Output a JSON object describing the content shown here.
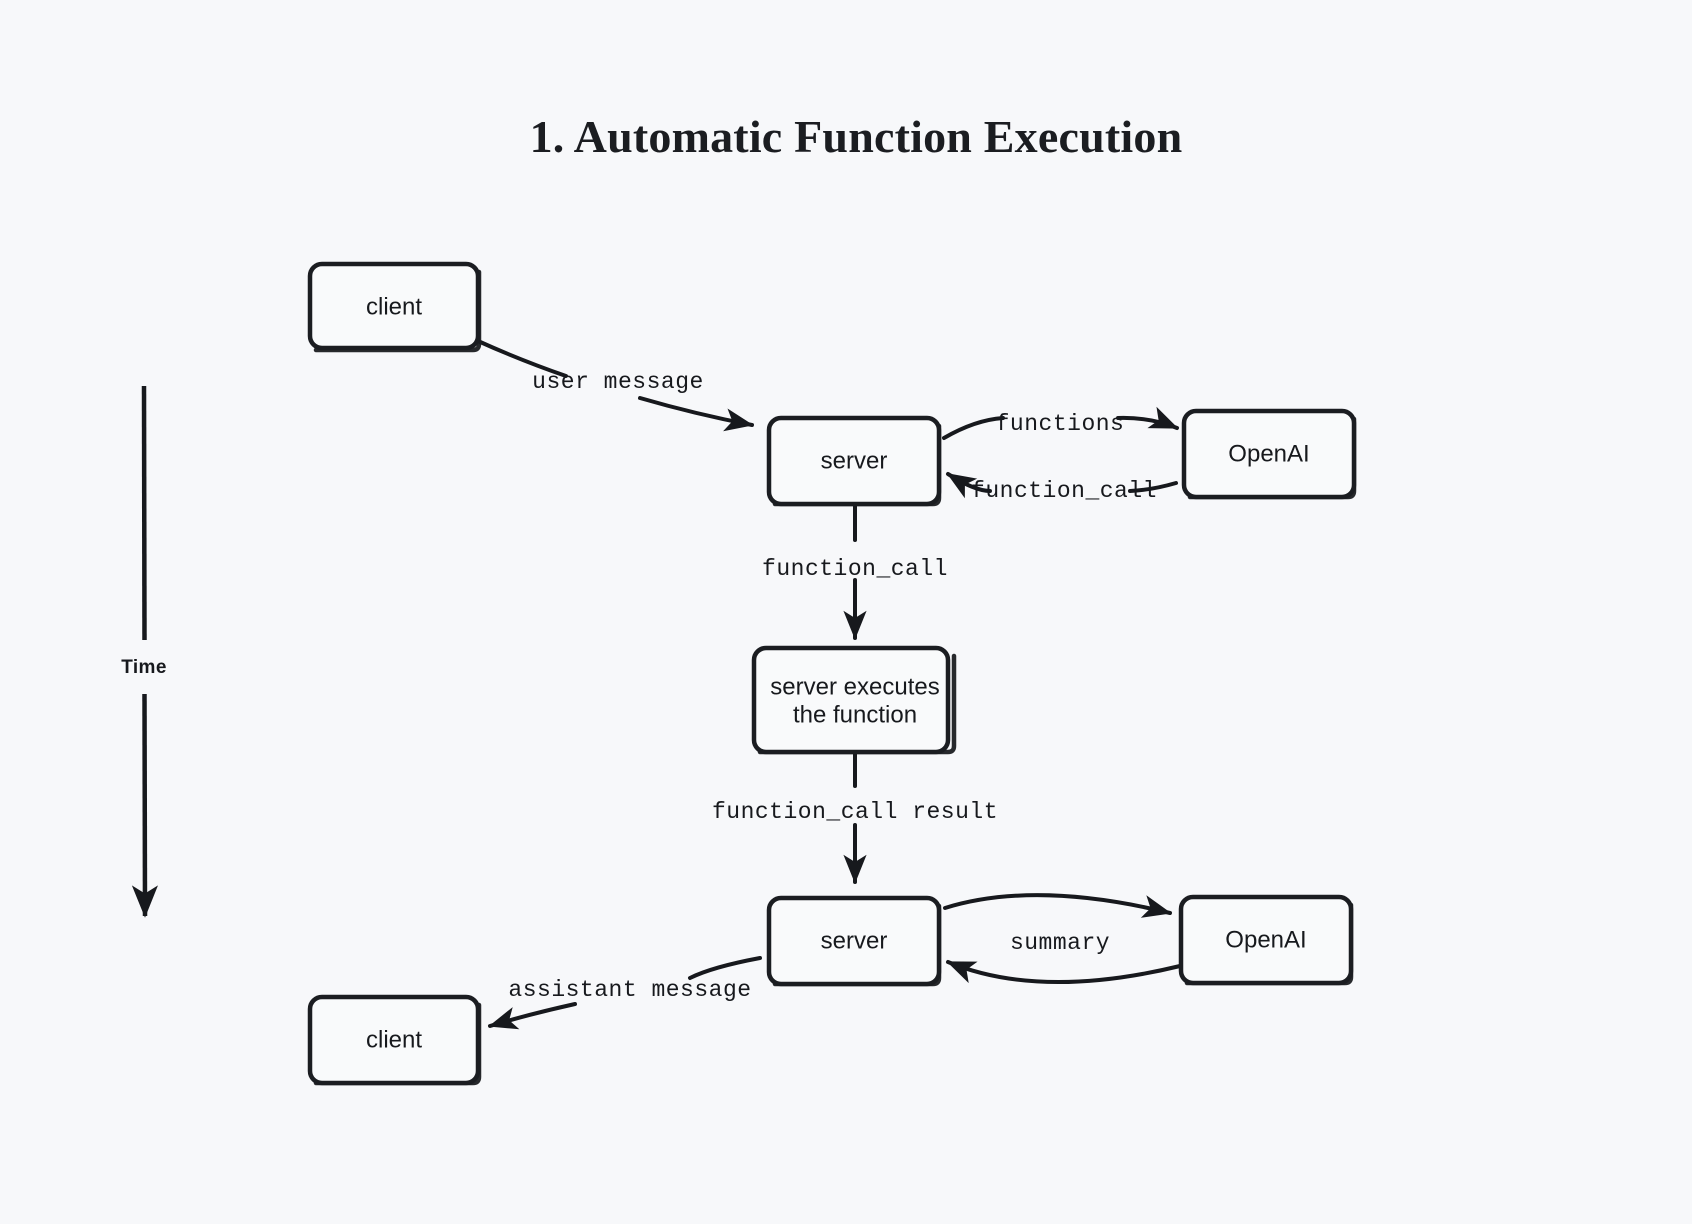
{
  "title": "1. Automatic Function Execution",
  "background_color": "#f7f8fa",
  "ink_color": "#17191d",
  "time_axis": {
    "label": "Time",
    "direction": "downward"
  },
  "nodes": [
    {
      "id": "client-top",
      "label": "client"
    },
    {
      "id": "server-top",
      "label": "server"
    },
    {
      "id": "openai-top",
      "label": "OpenAI"
    },
    {
      "id": "execute-line1",
      "label": "server executes"
    },
    {
      "id": "execute-line2",
      "label": "the function"
    },
    {
      "id": "server-bottom",
      "label": "server"
    },
    {
      "id": "openai-bottom",
      "label": "OpenAI"
    },
    {
      "id": "client-bottom",
      "label": "client"
    }
  ],
  "edges": [
    {
      "id": "client-to-server",
      "label": "user message"
    },
    {
      "id": "server-to-openai-functions",
      "label": "functions"
    },
    {
      "id": "openai-to-server-call",
      "label": "function_call"
    },
    {
      "id": "server-to-execute",
      "label": "function_call"
    },
    {
      "id": "execute-to-server",
      "label": "function_call result"
    },
    {
      "id": "server-to-openai-summary",
      "label": "summary"
    },
    {
      "id": "server-to-client",
      "label": "assistant message"
    }
  ]
}
